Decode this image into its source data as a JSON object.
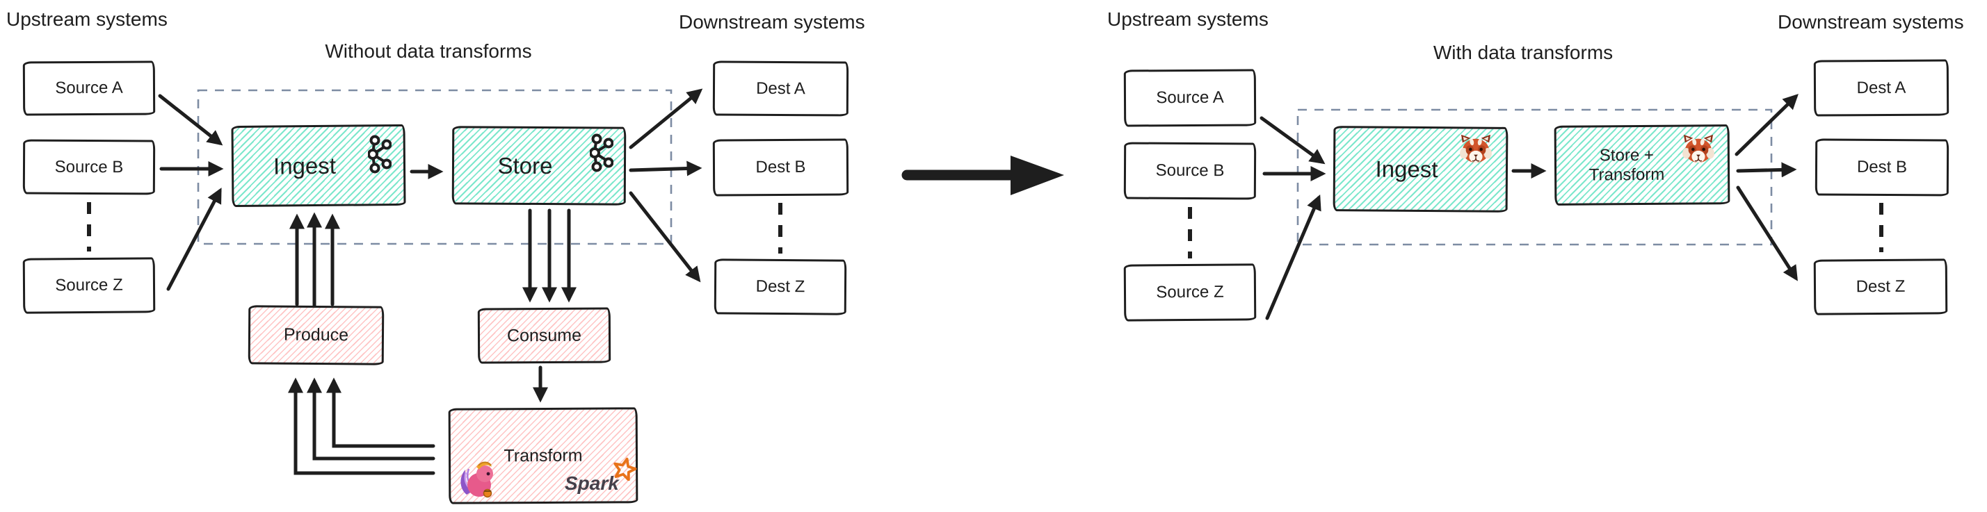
{
  "left": {
    "upstream_label": "Upstream systems",
    "title": "Without data transforms",
    "sources": [
      "Source A",
      "Source B",
      "Source Z"
    ],
    "ingest_label": "Ingest",
    "store_label": "Store",
    "produce_label": "Produce",
    "consume_label": "Consume",
    "transform_label": "Transform",
    "spark_label": "Spark",
    "downstream_label": "Downstream systems",
    "dests": [
      "Dest A",
      "Dest B",
      "Dest Z"
    ]
  },
  "right": {
    "upstream_label": "Upstream systems",
    "title": "With data transforms",
    "sources": [
      "Source A",
      "Source B",
      "Source Z"
    ],
    "ingest_label": "Ingest",
    "store_transform_line1": "Store +",
    "store_transform_line2": "Transform",
    "downstream_label": "Downstream systems",
    "dests": [
      "Dest A",
      "Dest B",
      "Dest Z"
    ]
  },
  "icons": {
    "kafka": "kafka-logo",
    "redpanda": "redpanda-emoji",
    "flink": "flink-squirrel-logo",
    "spark_star": "spark-star"
  },
  "colors": {
    "ink": "#1e1e1e",
    "teal_hatch": "#65e3c3",
    "pink_hatch": "#ff9494",
    "dashed_frame": "#7d8ca3",
    "spark_orange": "#e8731a",
    "spark_text": "#45404a",
    "flink_pink": "#e75a8b",
    "flink_purple": "#8d55c8",
    "flink_gold": "#f0a32e",
    "panda_orange": "#d2552b"
  }
}
